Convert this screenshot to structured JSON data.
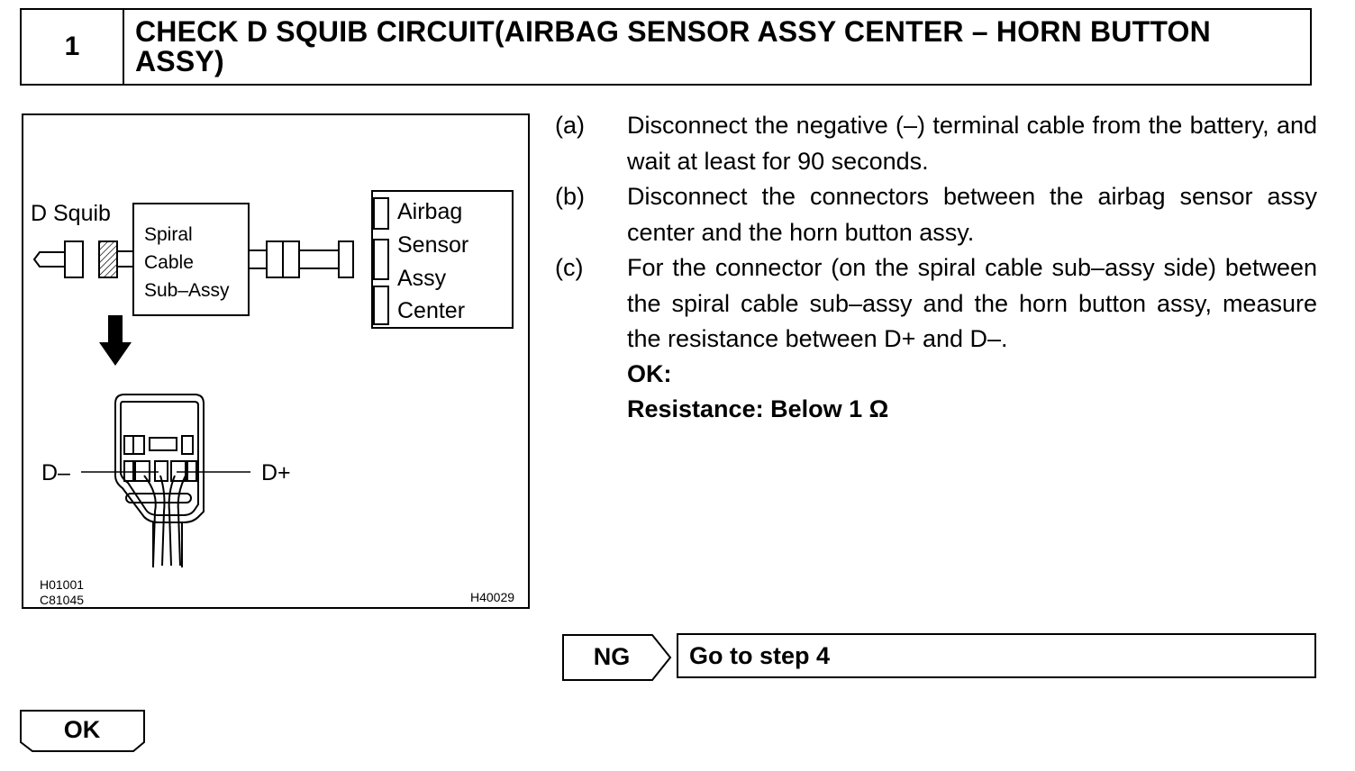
{
  "header": {
    "step_number": "1",
    "title": "CHECK D SQUIB CIRCUIT(AIRBAG SENSOR ASSY CENTER – HORN BUTTON ASSY)"
  },
  "figure": {
    "d_squib_label": "D Squib",
    "spiral_cable": [
      "Spiral",
      "Cable",
      "Sub–Assy"
    ],
    "airbag_sensor": [
      "Airbag",
      "Sensor",
      "Assy",
      "Center"
    ],
    "d_minus": "D–",
    "d_plus": "D+",
    "code_1": "H01001",
    "code_2": "C81045",
    "code_3": "H40029"
  },
  "steps": [
    {
      "letter": "(a)",
      "text": "Disconnect the negative (–) terminal cable from the battery, and wait at least for 90 seconds."
    },
    {
      "letter": "(b)",
      "text": "Disconnect the connectors between the airbag sensor assy center and the horn button assy."
    },
    {
      "letter": "(c)",
      "text": "For the connector (on the spiral cable sub–assy side) between the spiral cable sub–assy and the horn button assy, measure the resistance between D+ and D–."
    }
  ],
  "ok_label": "OK:",
  "resistance": "Resistance: Below 1 Ω",
  "ng": {
    "label": "NG",
    "action": "Go to step 4"
  },
  "ok_button": "OK"
}
